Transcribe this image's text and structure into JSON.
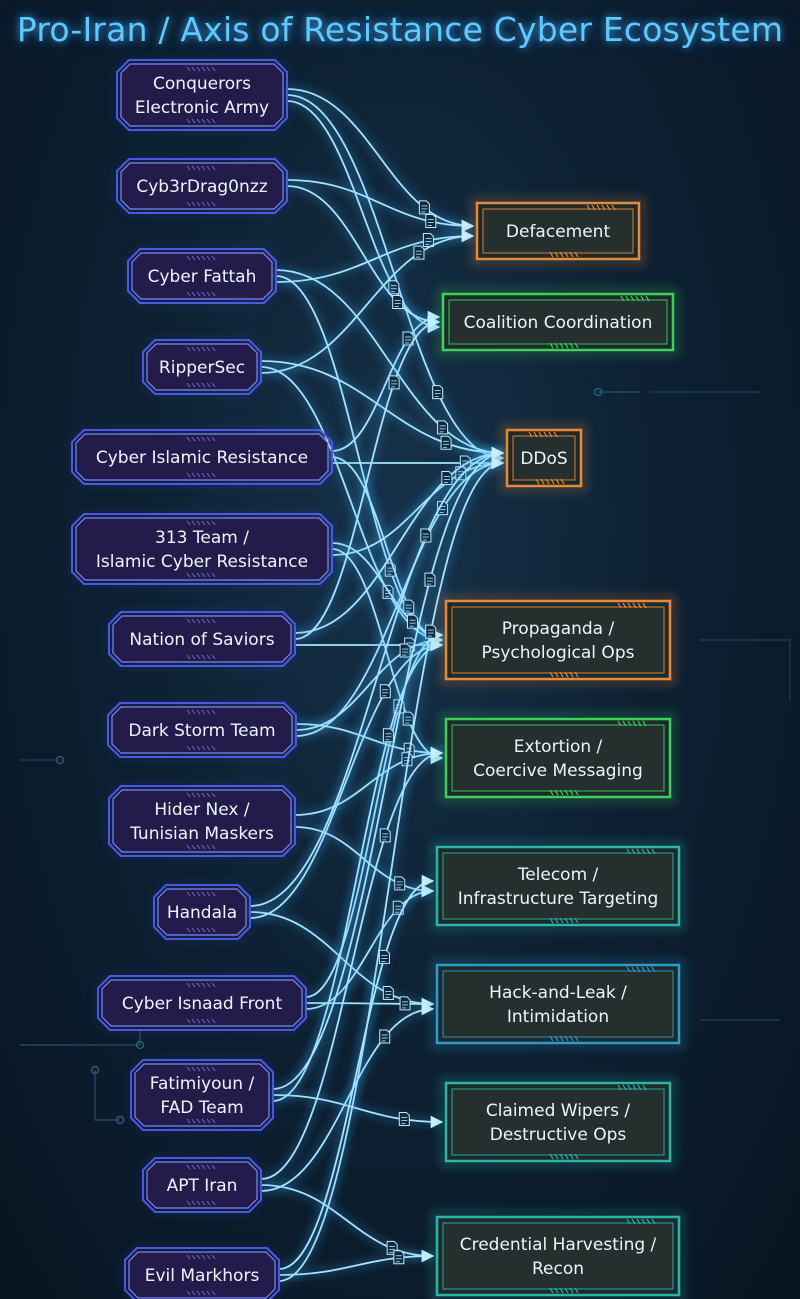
{
  "title": "Pro-Iran / Axis of Resistance Cyber Ecosystem",
  "colors": {
    "background": "#0c1e2e",
    "title": "#5ec8ff",
    "group_border": "#5a6cff",
    "group_fill": "#231c4a",
    "edge": "#a8e4ff",
    "edge_glow": "#3fb6ff",
    "orange": "#e8893a",
    "green": "#3fcf5a",
    "teal": "#2bb5a8",
    "blue": "#2e9ad0"
  },
  "groups": [
    {
      "id": "cea",
      "lines": [
        "Conquerors",
        "Electronic Army"
      ]
    },
    {
      "id": "cyb3r",
      "lines": [
        "Cyb3rDrag0nzz"
      ]
    },
    {
      "id": "fattah",
      "lines": [
        "Cyber Fattah"
      ]
    },
    {
      "id": "ripper",
      "lines": [
        "RipperSec"
      ]
    },
    {
      "id": "cir",
      "lines": [
        "Cyber Islamic Resistance"
      ]
    },
    {
      "id": "t313",
      "lines": [
        "313 Team /",
        "Islamic Cyber Resistance"
      ]
    },
    {
      "id": "nos",
      "lines": [
        "Nation of Saviors"
      ]
    },
    {
      "id": "dst",
      "lines": [
        "Dark Storm Team"
      ]
    },
    {
      "id": "hider",
      "lines": [
        "Hider Nex /",
        "Tunisian Maskers"
      ]
    },
    {
      "id": "handala",
      "lines": [
        "Handala"
      ]
    },
    {
      "id": "isnaad",
      "lines": [
        "Cyber Isnaad Front"
      ]
    },
    {
      "id": "fatimiyoun",
      "lines": [
        "Fatimiyoun /",
        "FAD Team"
      ]
    },
    {
      "id": "apt",
      "lines": [
        "APT Iran"
      ]
    },
    {
      "id": "evil",
      "lines": [
        "Evil Markhors"
      ]
    }
  ],
  "tactics": [
    {
      "id": "deface",
      "lines": [
        "Defacement"
      ],
      "color": "orange"
    },
    {
      "id": "coalition",
      "lines": [
        "Coalition Coordination"
      ],
      "color": "green"
    },
    {
      "id": "ddos",
      "lines": [
        "DDoS"
      ],
      "color": "orange"
    },
    {
      "id": "propaganda",
      "lines": [
        "Propaganda /",
        "Psychological Ops"
      ],
      "color": "orange"
    },
    {
      "id": "extortion",
      "lines": [
        "Extortion /",
        "Coercive Messaging"
      ],
      "color": "green"
    },
    {
      "id": "telecom",
      "lines": [
        "Telecom /",
        "Infrastructure Targeting"
      ],
      "color": "teal"
    },
    {
      "id": "hackleak",
      "lines": [
        "Hack-and-Leak /",
        "Intimidation"
      ],
      "color": "blue"
    },
    {
      "id": "wipers",
      "lines": [
        "Claimed Wipers /",
        "Destructive Ops"
      ],
      "color": "teal"
    },
    {
      "id": "cred",
      "lines": [
        "Credential Harvesting /",
        "Recon"
      ],
      "color": "teal"
    }
  ],
  "edges": [
    {
      "from": "cea",
      "to": "deface"
    },
    {
      "from": "cea",
      "to": "ddos"
    },
    {
      "from": "cea",
      "to": "coalition"
    },
    {
      "from": "cyb3r",
      "to": "deface"
    },
    {
      "from": "cyb3r",
      "to": "coalition"
    },
    {
      "from": "fattah",
      "to": "deface"
    },
    {
      "from": "fattah",
      "to": "ddos"
    },
    {
      "from": "fattah",
      "to": "propaganda"
    },
    {
      "from": "ripper",
      "to": "deface"
    },
    {
      "from": "ripper",
      "to": "ddos"
    },
    {
      "from": "ripper",
      "to": "propaganda"
    },
    {
      "from": "cir",
      "to": "ddos"
    },
    {
      "from": "cir",
      "to": "coalition"
    },
    {
      "from": "cir",
      "to": "propaganda"
    },
    {
      "from": "t313",
      "to": "ddos"
    },
    {
      "from": "t313",
      "to": "propaganda"
    },
    {
      "from": "t313",
      "to": "extortion"
    },
    {
      "from": "nos",
      "to": "propaganda"
    },
    {
      "from": "nos",
      "to": "ddos"
    },
    {
      "from": "nos",
      "to": "coalition"
    },
    {
      "from": "dst",
      "to": "ddos"
    },
    {
      "from": "dst",
      "to": "extortion"
    },
    {
      "from": "dst",
      "to": "propaganda"
    },
    {
      "from": "hider",
      "to": "telecom"
    },
    {
      "from": "hider",
      "to": "extortion"
    },
    {
      "from": "handala",
      "to": "hackleak"
    },
    {
      "from": "handala",
      "to": "propaganda"
    },
    {
      "from": "handala",
      "to": "ddos"
    },
    {
      "from": "isnaad",
      "to": "hackleak"
    },
    {
      "from": "isnaad",
      "to": "telecom"
    },
    {
      "from": "isnaad",
      "to": "propaganda"
    },
    {
      "from": "fatimiyoun",
      "to": "wipers"
    },
    {
      "from": "fatimiyoun",
      "to": "propaganda"
    },
    {
      "from": "fatimiyoun",
      "to": "ddos"
    },
    {
      "from": "apt",
      "to": "cred"
    },
    {
      "from": "apt",
      "to": "hackleak"
    },
    {
      "from": "apt",
      "to": "extortion"
    },
    {
      "from": "evil",
      "to": "cred"
    },
    {
      "from": "evil",
      "to": "ddos"
    },
    {
      "from": "evil",
      "to": "telecom"
    }
  ]
}
